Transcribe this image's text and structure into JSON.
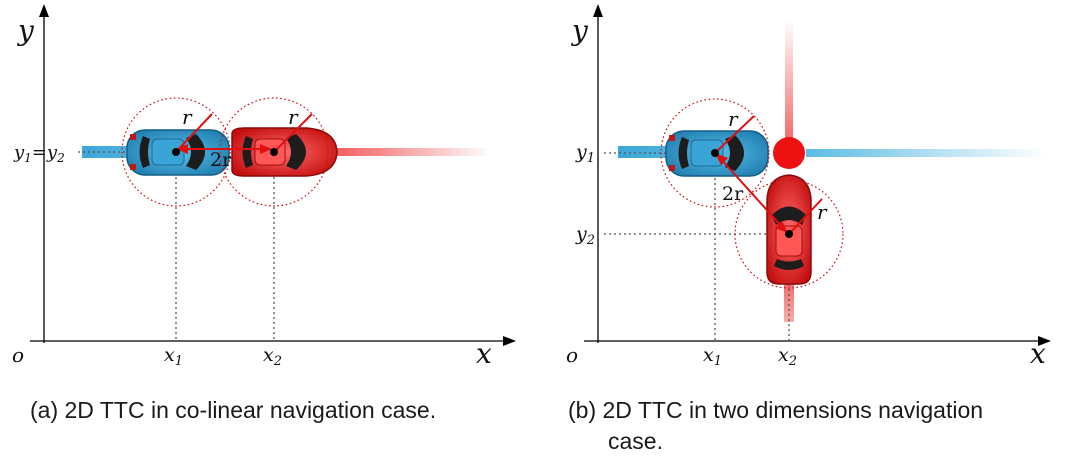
{
  "figure_a": {
    "axis_x": "x",
    "axis_y": "y",
    "origin": "o",
    "tick_x1": "x",
    "tick_x1_sub": "1",
    "tick_x2": "x",
    "tick_x2_sub": "2",
    "tick_y": "y",
    "tick_y_sub1": "1",
    "tick_y_eq": "=",
    "tick_y_sub2": "2",
    "radius_label": "r",
    "distance_label": "2r",
    "caption": "(a) 2D TTC in co-linear navigation case."
  },
  "figure_b": {
    "axis_x": "x",
    "axis_y": "y",
    "origin": "o",
    "tick_x1": "x",
    "tick_x1_sub": "1",
    "tick_x2": "x",
    "tick_x2_sub": "2",
    "tick_y1": "y",
    "tick_y1_sub": "1",
    "tick_y2": "y",
    "tick_y2_sub": "2",
    "radius_label": "r",
    "distance_label": "2r",
    "caption": "(b) 2D TTC in two dimensions navigation case."
  },
  "colors": {
    "blue_car": "#2a8fc4",
    "red_car": "#e01818",
    "collision_point": "#ee1111",
    "dotted_circle": "#d01010"
  }
}
